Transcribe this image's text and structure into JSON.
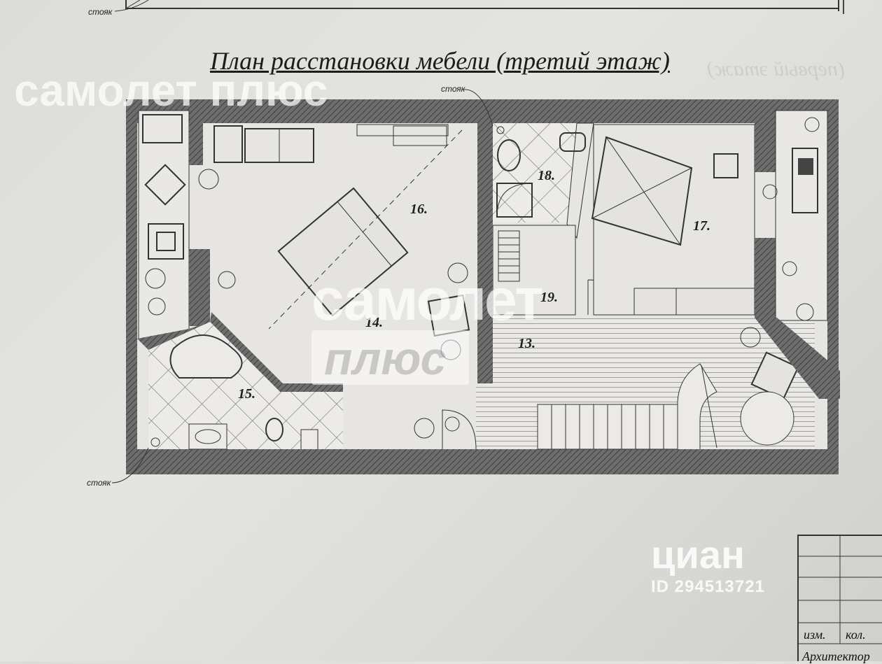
{
  "title": "План расстановки мебели (третий  этаж)",
  "ghost_title": "(первый  этаж)",
  "riser_label": "стояк",
  "rooms": [
    {
      "number": "13."
    },
    {
      "number": "14."
    },
    {
      "number": "15."
    },
    {
      "number": "16."
    },
    {
      "number": "17."
    },
    {
      "number": "18."
    },
    {
      "number": "19."
    }
  ],
  "watermarks": {
    "samolet_top": "самолет плюс",
    "samolet_mid": "самолет",
    "plus": "плюс",
    "cian_logo": "циан",
    "cian_id": "ID 294513721"
  },
  "stamp": {
    "izm": "изм.",
    "kol": "кол.",
    "arch": "Архитектор"
  }
}
